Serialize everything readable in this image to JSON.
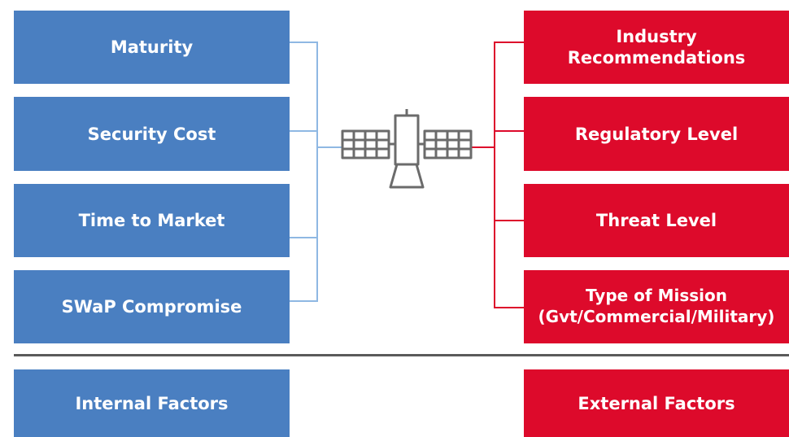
{
  "internal_factors": {
    "items": [
      "Maturity",
      "Security Cost",
      "Time to Market",
      "SWaP Compromise"
    ],
    "footer_label": "Internal Factors"
  },
  "external_factors": {
    "items": [
      [
        "Industry",
        "Recommendations"
      ],
      [
        "Regulatory Level"
      ],
      [
        "Threat Level"
      ],
      [
        "Type of Mission",
        "(Gvt/Commercial/Military)"
      ]
    ],
    "footer_label": "External Factors"
  },
  "center_icon": "satellite-icon",
  "colors": {
    "internal": "#4a7fc1",
    "external": "#dd0a2b",
    "internal_connector": "#8fb8e3",
    "external_connector": "#dd0a2b",
    "divider": "#5a5a5a",
    "icon": "#6b6b6b"
  }
}
